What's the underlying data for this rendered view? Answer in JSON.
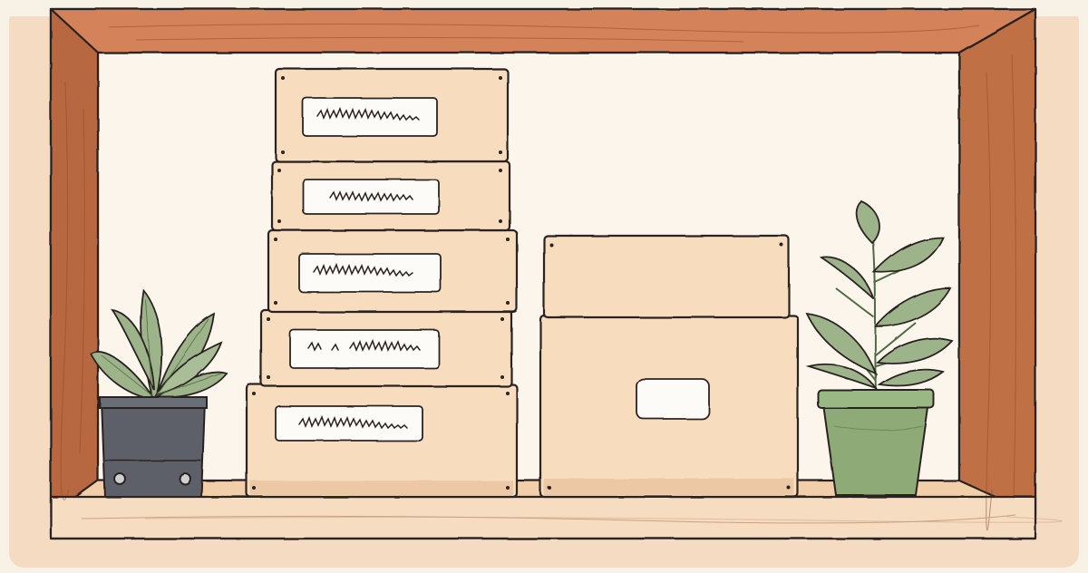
{
  "scene": {
    "subject": "shelf-with-storage-boxes-and-plants",
    "colors": {
      "background": "#f8f1e6",
      "wall_wash": "#f1c9a3",
      "frame_wood": "#c9754a",
      "frame_wood_light": "#dc9466",
      "frame_wood_dark": "#a85b35",
      "back_panel": "#fbf5ec",
      "shelf_board": "#f6dcc0",
      "box_fill": "#f7dcbd",
      "box_shadow": "#ecc9a4",
      "label_fill": "#fdfbf7",
      "outline": "#2b2321",
      "leaf": "#9db38a",
      "leaf_dark": "#6f8a5e",
      "pot_dark": "#5d6068",
      "pot_green": "#8eaa76"
    },
    "icons": {
      "left_pot": "dark-square-pot",
      "right_pot": "green-round-pot",
      "box_handle": "rounded-rect-handle"
    }
  }
}
